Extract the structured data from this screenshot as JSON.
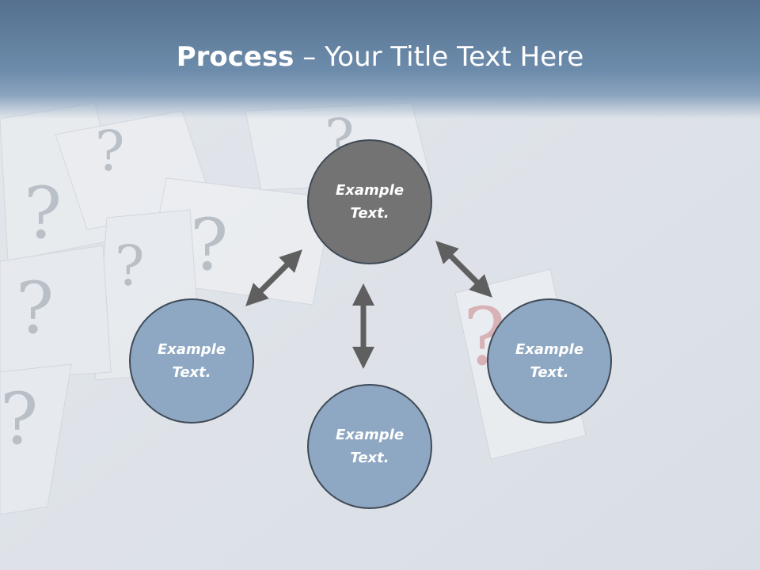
{
  "title": {
    "bold": "Process",
    "rest": " – Your Title Text Here"
  },
  "nodes": {
    "top": {
      "line1": "Example",
      "line2": "Text."
    },
    "left": {
      "line1": "Example",
      "line2": "Text."
    },
    "bottom": {
      "line1": "Example",
      "line2": "Text."
    },
    "right": {
      "line1": "Example",
      "line2": "Text."
    }
  },
  "colors": {
    "header": "#6d8cab",
    "center_node": "#737373",
    "outer_node": "#8ea7c2",
    "arrow": "#5f5f5f"
  },
  "background_image": "paper-question-marks"
}
